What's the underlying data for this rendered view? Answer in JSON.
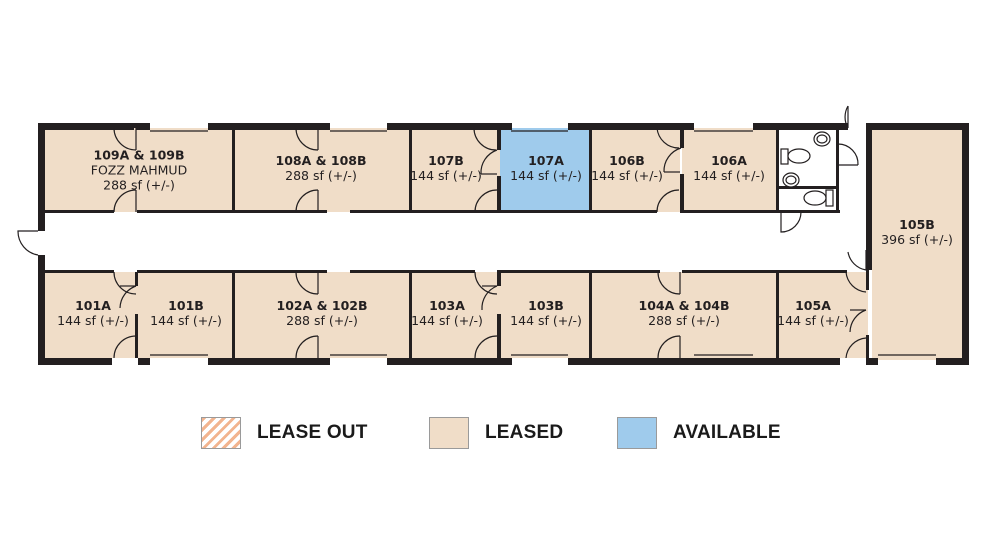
{
  "colors": {
    "leased": "#f0ddc8",
    "available": "#9fcbec",
    "lease_out_stripe": "#f2b48f",
    "wall": "#231f20",
    "corridor": "#ffffff"
  },
  "rooms": {
    "r109": {
      "id": "109A & 109B",
      "tenant": "FOZZ MAHMUD",
      "area": "288 sf (+/-)",
      "status": "leased"
    },
    "r108": {
      "id": "108A & 108B",
      "area": "288 sf (+/-)",
      "status": "leased"
    },
    "r107b": {
      "id": "107B",
      "area": "144 sf (+/-)",
      "status": "leased"
    },
    "r107a": {
      "id": "107A",
      "area": "144 sf (+/-)",
      "status": "available"
    },
    "r106b": {
      "id": "106B",
      "area": "144 sf (+/-)",
      "status": "leased"
    },
    "r106a": {
      "id": "106A",
      "area": "144 sf (+/-)",
      "status": "leased"
    },
    "r105b": {
      "id": "105B",
      "area": "396 sf (+/-)",
      "status": "leased"
    },
    "r101a": {
      "id": "101A",
      "area": "144 sf (+/-)",
      "status": "leased"
    },
    "r101b": {
      "id": "101B",
      "area": "144 sf (+/-)",
      "status": "leased"
    },
    "r102": {
      "id": "102A & 102B",
      "area": "288 sf (+/-)",
      "status": "leased"
    },
    "r103a": {
      "id": "103A",
      "area": "144 sf (+/-)",
      "status": "leased"
    },
    "r103b": {
      "id": "103B",
      "area": "144 sf (+/-)",
      "status": "leased"
    },
    "r104": {
      "id": "104A & 104B",
      "area": "288 sf (+/-)",
      "status": "leased"
    },
    "r105a": {
      "id": "105A",
      "area": "144 sf (+/-)",
      "status": "leased"
    }
  },
  "legend": {
    "lease_out": "LEASE OUT",
    "leased": "LEASED",
    "available": "AVAILABLE"
  }
}
